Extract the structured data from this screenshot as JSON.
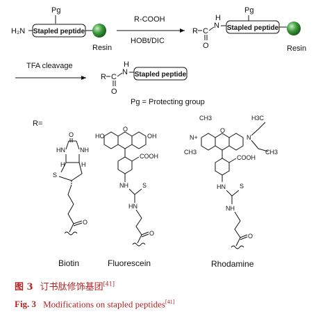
{
  "scheme": {
    "pg_top": "Pg",
    "h2n": "H₂N",
    "stapled_peptide": "Stapled peptide",
    "resin": "Resin",
    "reagent_top": "R-COOH",
    "reagent_bottom": "HOBt/DIC",
    "tfa": "TFA cleavage",
    "r_label": "R",
    "c_label": "C",
    "n_label": "N",
    "h_label": "H",
    "o_label": "O",
    "pg_note": "Pg = Protecting group",
    "r_equals": "R="
  },
  "molecules": {
    "biotin": "Biotin",
    "fluorescein": "Fluorescein",
    "rhodamine": "Rhodamine",
    "atoms": {
      "hn": "HN",
      "nh": "NH",
      "o": "O",
      "s": "S",
      "h": "H",
      "ho": "HO",
      "oh": "OH",
      "cooh": "COOH",
      "n": "N",
      "ch3": "CH3",
      "h3c": "H3C",
      "nplus": "N+"
    }
  },
  "caption": {
    "cn_label": "图 3",
    "cn_text": "订书肽修饰基团",
    "cn_ref": "[41]",
    "en_label": "Fig. 3",
    "en_text": "Modifications on stapled peptides",
    "en_ref": "[41]"
  },
  "colors": {
    "bead": "#3a9a3a",
    "caption": "#b22222"
  }
}
